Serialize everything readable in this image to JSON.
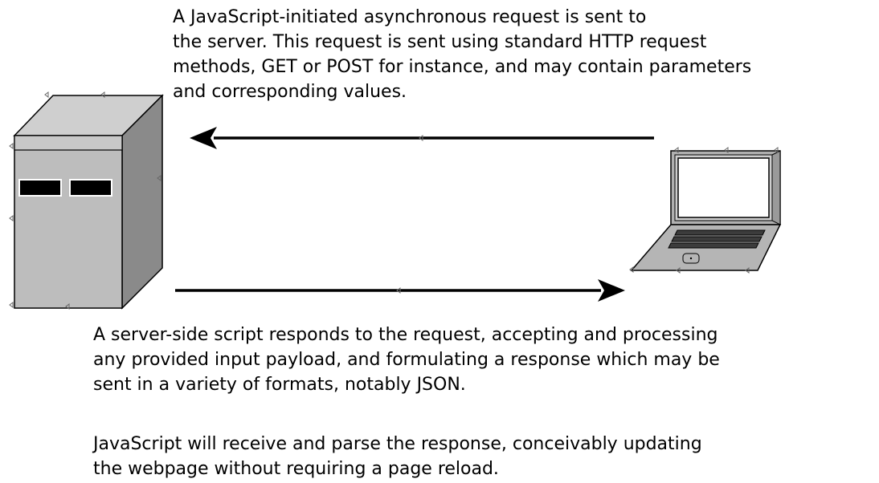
{
  "diagram": {
    "request_description": "A JavaScript-initiated asynchronous request is sent to\nthe server. This request is sent using standard HTTP request\nmethods, GET or POST for instance, and may contain parameters\nand corresponding values.",
    "response_description": "A server-side script responds to the request, accepting and processing\nany provided input payload, and formulating a response which may be\nsent in a variety of formats, notably JSON.",
    "update_description": "JavaScript will receive and parse the response, conceivably updating\nthe webpage without requiring a page reload.",
    "nodes": [
      {
        "id": "server",
        "icon": "server-icon"
      },
      {
        "id": "client",
        "icon": "laptop-icon"
      }
    ],
    "edges": [
      {
        "from": "client",
        "to": "server",
        "meaning": "request"
      },
      {
        "from": "server",
        "to": "client",
        "meaning": "response"
      }
    ],
    "colors": {
      "server_front": "#bdbdbd",
      "server_top": "#cfcfcf",
      "server_side": "#8a8a8a",
      "laptop_body": "#b5b5b5",
      "arrow": "#000000"
    }
  }
}
